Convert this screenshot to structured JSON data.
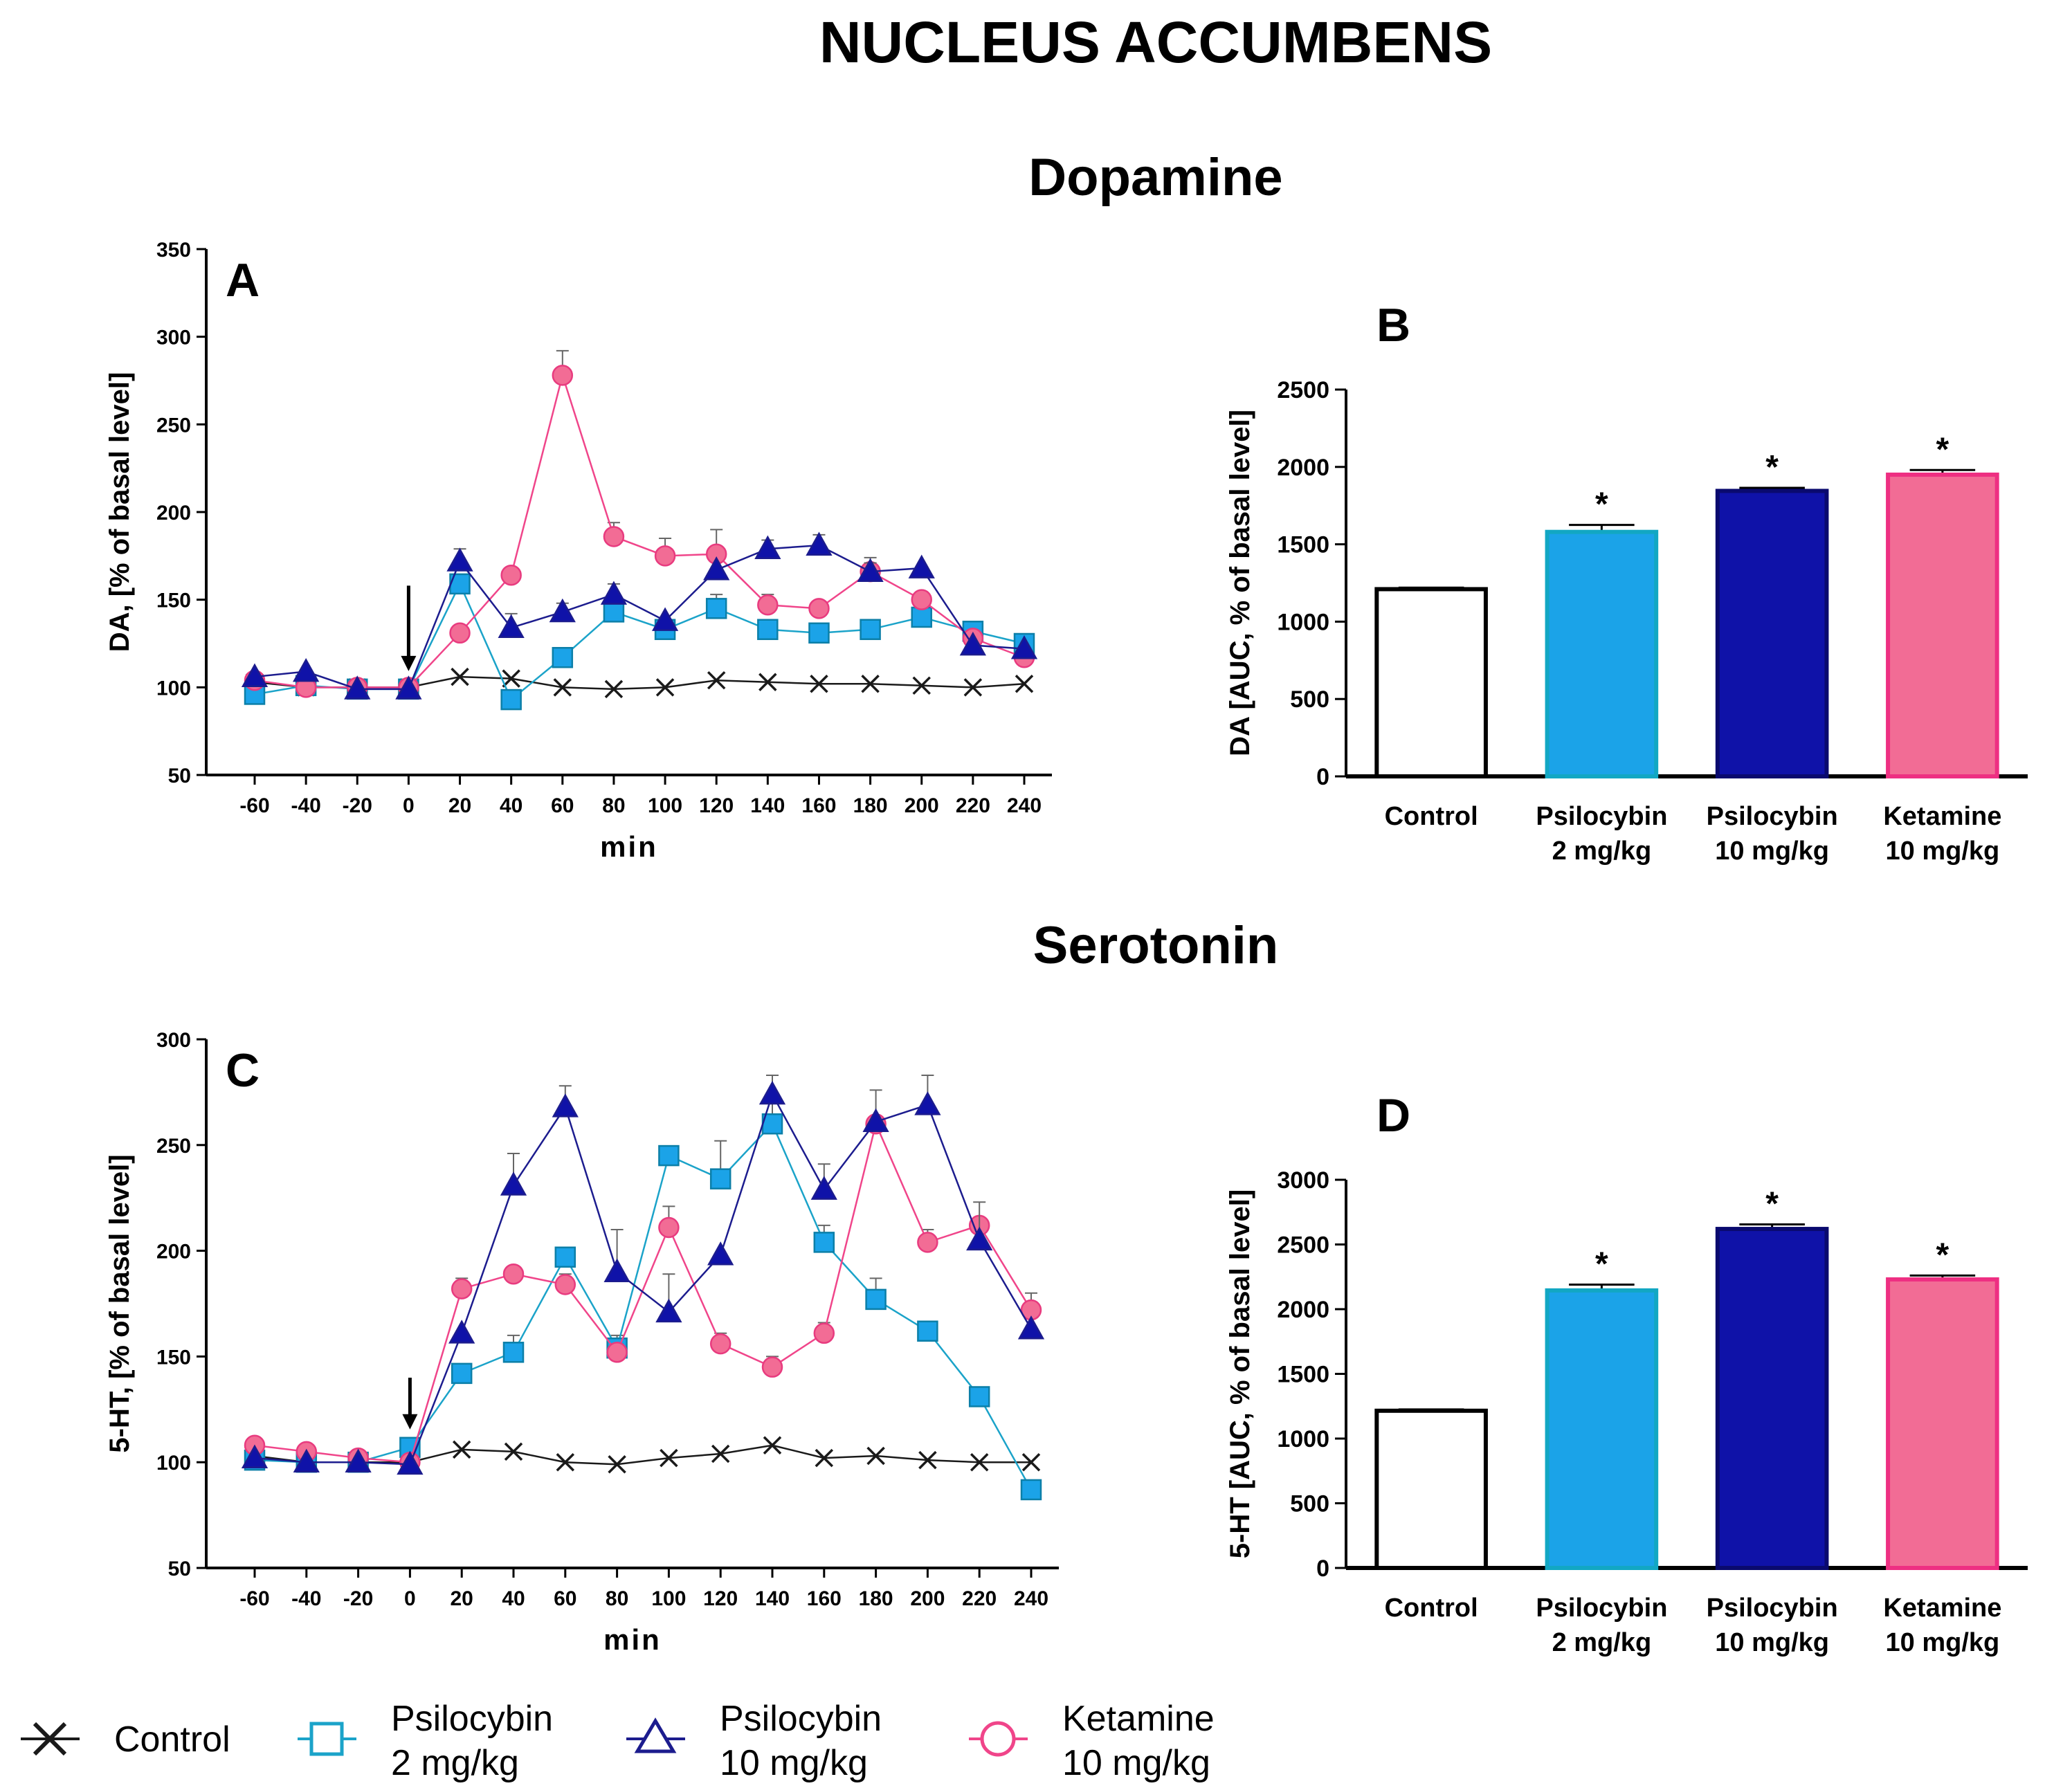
{
  "figure_title": "NUCLEUS ACCUMBENS",
  "section_titles": [
    "Dopamine",
    "Serotonin"
  ],
  "legend": [
    {
      "line1": "Control",
      "line2": "",
      "color": "#1a1a1a",
      "marker": "cross-icon"
    },
    {
      "line1": "Psilocybin",
      "line2": "2 mg/kg",
      "color": "#1ba3c9",
      "marker": "square-icon"
    },
    {
      "line1": "Psilocybin",
      "line2": "10 mg/kg",
      "color": "#1c1c8e",
      "marker": "triangle-icon"
    },
    {
      "line1": "Ketamine",
      "line2": "10 mg/kg",
      "color": "#f0458a",
      "marker": "circle-icon"
    }
  ],
  "colors": {
    "control": "#1a1a1a",
    "psilo2": "#1ba3c9",
    "psilo2_fill": "#1ba3e8",
    "psilo10": "#1c1c8e",
    "psilo10_fill": "#0f12a8",
    "ketamine": "#f0458a",
    "ketamine_fill": "#f26c95"
  },
  "chart_data": [
    {
      "panel": "A",
      "type": "line",
      "xlabel": "min",
      "ylabel": "DA, [% of basal level]",
      "ylim": [
        50,
        350
      ],
      "yticks": [
        50,
        100,
        150,
        200,
        250,
        300,
        350
      ],
      "x": [
        -60,
        -40,
        -20,
        0,
        20,
        40,
        60,
        80,
        100,
        120,
        140,
        160,
        180,
        200,
        220,
        240
      ],
      "xtick_labels": [
        "-60",
        "-40",
        "-20",
        "0",
        "20",
        "40",
        "60",
        "80",
        "100",
        "120",
        "140",
        "160",
        "180",
        "200",
        "220",
        "240"
      ],
      "arrow_at_x": 0,
      "series": [
        {
          "name": "Control",
          "key": "control",
          "marker": "cross",
          "values": [
            103,
            100,
            100,
            100,
            106,
            105,
            100,
            99,
            100,
            104,
            103,
            102,
            102,
            101,
            100,
            102
          ],
          "errors": [
            0,
            0,
            0,
            0,
            0,
            0,
            0,
            0,
            0,
            0,
            0,
            0,
            0,
            0,
            0,
            0
          ]
        },
        {
          "name": "Psilocybin 2 mg/kg",
          "key": "psilo2",
          "marker": "square",
          "values": [
            96,
            101,
            99,
            99,
            159,
            93,
            117,
            143,
            133,
            145,
            133,
            131,
            133,
            140,
            132,
            125
          ],
          "errors": [
            0,
            0,
            0,
            0,
            5,
            0,
            0,
            0,
            4,
            8,
            4,
            0,
            4,
            4,
            3,
            3
          ]
        },
        {
          "name": "Psilocybin 10 mg/kg",
          "key": "psilo10",
          "marker": "triangle",
          "values": [
            106,
            109,
            99,
            99,
            172,
            134,
            143,
            153,
            138,
            167,
            179,
            181,
            166,
            168,
            124,
            122
          ],
          "errors": [
            0,
            0,
            0,
            0,
            7,
            8,
            5,
            6,
            0,
            0,
            5,
            6,
            5,
            0,
            0,
            0
          ]
        },
        {
          "name": "Ketamine 10 mg/kg",
          "key": "ketamine",
          "marker": "circle",
          "values": [
            104,
            100,
            100,
            100,
            131,
            164,
            278,
            186,
            175,
            176,
            147,
            145,
            166,
            150,
            128,
            117
          ],
          "errors": [
            0,
            0,
            0,
            0,
            0,
            0,
            14,
            8,
            10,
            14,
            6,
            0,
            8,
            4,
            0,
            0
          ]
        }
      ]
    },
    {
      "panel": "B",
      "type": "bar",
      "ylabel": "DA [AUC, % of basal level]",
      "ylim": [
        0,
        2500
      ],
      "yticks": [
        0,
        500,
        1000,
        1500,
        2000,
        2500
      ],
      "categories": [
        {
          "line1": "Control",
          "line2": ""
        },
        {
          "line1": "Psilocybin",
          "line2": "2 mg/kg"
        },
        {
          "line1": "Psilocybin",
          "line2": "10 mg/kg"
        },
        {
          "line1": "Ketamine",
          "line2": "10 mg/kg"
        }
      ],
      "keys": [
        "control",
        "psilo2",
        "psilo10",
        "ketamine"
      ],
      "values": [
        1210,
        1580,
        1845,
        1950
      ],
      "errors": [
        10,
        45,
        20,
        30
      ],
      "significance": [
        "",
        "*",
        "*",
        "*"
      ]
    },
    {
      "panel": "C",
      "type": "line",
      "xlabel": "min",
      "ylabel": "5-HT, [% of basal level]",
      "ylim": [
        50,
        300
      ],
      "yticks": [
        50,
        100,
        150,
        200,
        250,
        300
      ],
      "x": [
        -60,
        -40,
        -20,
        0,
        20,
        40,
        60,
        80,
        100,
        120,
        140,
        160,
        180,
        200,
        220,
        240
      ],
      "xtick_labels": [
        "-60",
        "-40",
        "-20",
        "0",
        "20",
        "40",
        "60",
        "80",
        "100",
        "120",
        "140",
        "160",
        "180",
        "200",
        "220",
        "240"
      ],
      "arrow_at_x": 0,
      "series": [
        {
          "name": "Control",
          "key": "control",
          "marker": "cross",
          "values": [
            103,
            100,
            100,
            100,
            106,
            105,
            100,
            99,
            102,
            104,
            108,
            102,
            103,
            101,
            100,
            100
          ],
          "errors": [
            0,
            0,
            0,
            0,
            0,
            0,
            0,
            0,
            0,
            0,
            0,
            0,
            0,
            0,
            0,
            0
          ]
        },
        {
          "name": "Psilocybin 2 mg/kg",
          "key": "psilo2",
          "marker": "square",
          "values": [
            101,
            100,
            100,
            107,
            142,
            152,
            197,
            154,
            245,
            234,
            260,
            204,
            177,
            162,
            131,
            87
          ],
          "errors": [
            0,
            0,
            0,
            0,
            0,
            8,
            0,
            6,
            0,
            18,
            10,
            8,
            10,
            0,
            0,
            0
          ]
        },
        {
          "name": "Psilocybin 10 mg/kg",
          "key": "psilo10",
          "marker": "triangle",
          "values": [
            102,
            100,
            100,
            99,
            161,
            231,
            268,
            190,
            171,
            198,
            274,
            229,
            261,
            269,
            205,
            163
          ],
          "errors": [
            0,
            0,
            0,
            0,
            0,
            15,
            10,
            20,
            18,
            0,
            9,
            12,
            15,
            14,
            18,
            0
          ]
        },
        {
          "name": "Ketamine 10 mg/kg",
          "key": "ketamine",
          "marker": "circle",
          "values": [
            108,
            105,
            102,
            100,
            182,
            189,
            184,
            152,
            211,
            156,
            145,
            161,
            260,
            204,
            212,
            172
          ],
          "errors": [
            0,
            0,
            0,
            0,
            5,
            0,
            5,
            4,
            10,
            5,
            5,
            5,
            0,
            6,
            0,
            8
          ]
        }
      ]
    },
    {
      "panel": "D",
      "type": "bar",
      "ylabel": "5-HT [AUC, % of basal level]",
      "ylim": [
        0,
        3000
      ],
      "yticks": [
        0,
        500,
        1000,
        1500,
        2000,
        2500,
        3000
      ],
      "categories": [
        {
          "line1": "Control",
          "line2": ""
        },
        {
          "line1": "Psilocybin",
          "line2": "2 mg/kg"
        },
        {
          "line1": "Psilocybin",
          "line2": "10 mg/kg"
        },
        {
          "line1": "Ketamine",
          "line2": "10 mg/kg"
        }
      ],
      "keys": [
        "control",
        "psilo2",
        "psilo10",
        "ketamine"
      ],
      "values": [
        1215,
        2145,
        2620,
        2230
      ],
      "errors": [
        10,
        45,
        35,
        30
      ],
      "significance": [
        "",
        "*",
        "*",
        "*"
      ]
    }
  ]
}
